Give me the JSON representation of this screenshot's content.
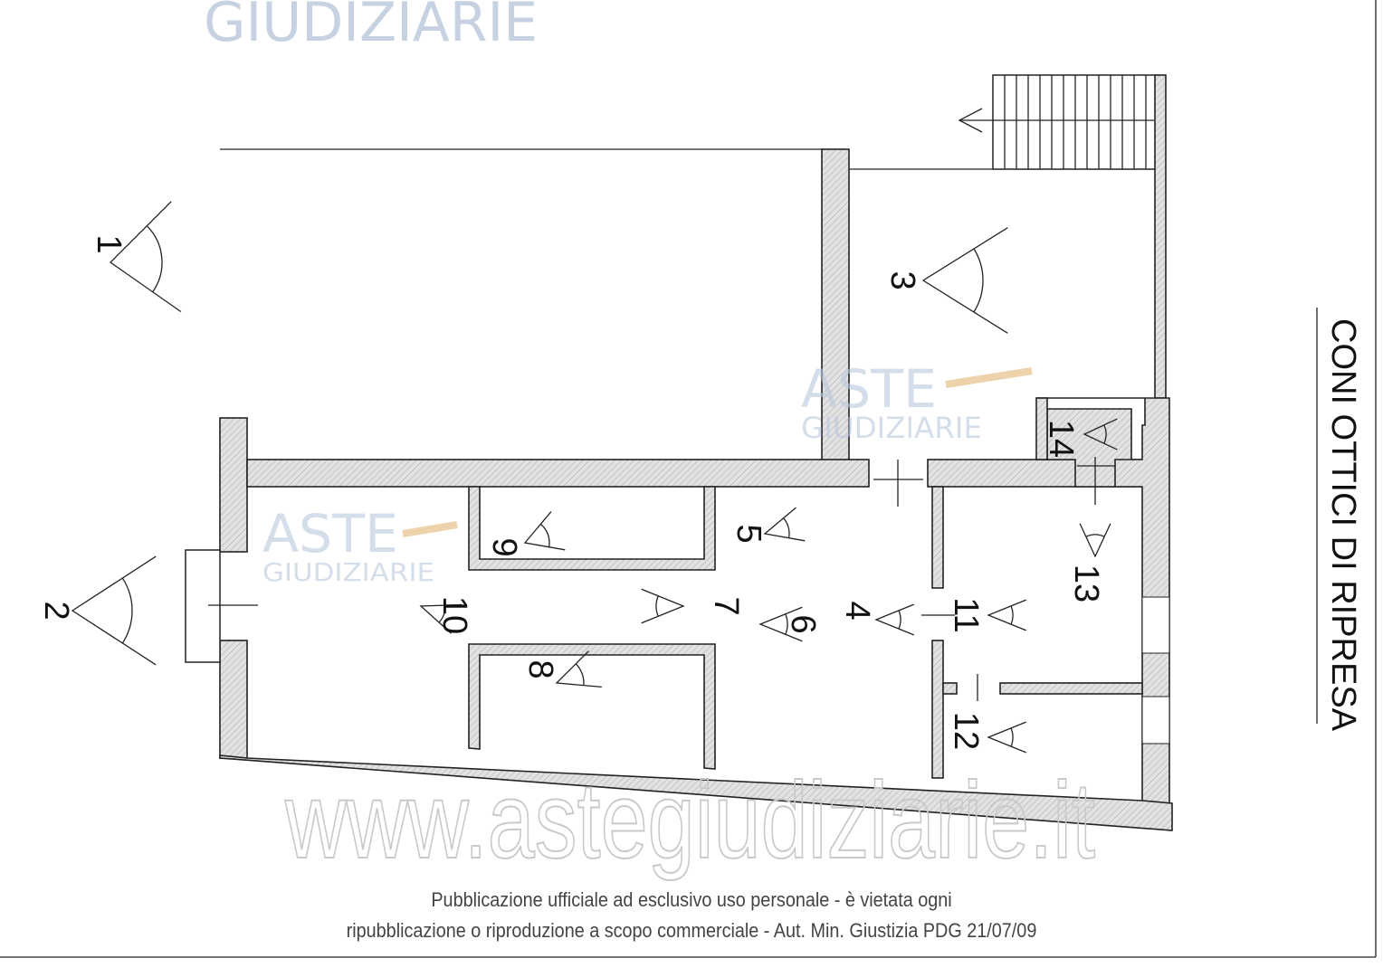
{
  "legend_title": "CONI OTTICI DI RIPRESA",
  "camera_points": [
    "1",
    "2",
    "3",
    "4",
    "5",
    "6",
    "7",
    "8",
    "9",
    "10",
    "11",
    "12",
    "13",
    "14"
  ],
  "watermark": {
    "brand_top": "ASTE",
    "brand_bottom": "GIUDIZIARIE",
    "url": "www.astegiudiziarie.it"
  },
  "footer": {
    "line1": "Pubblicazione ufficiale ad esclusivo uso personale - è vietata ogni",
    "line2": "ripubblicazione o riproduzione a scopo commerciale - Aut. Min. Giustizia PDG 21/07/09"
  }
}
